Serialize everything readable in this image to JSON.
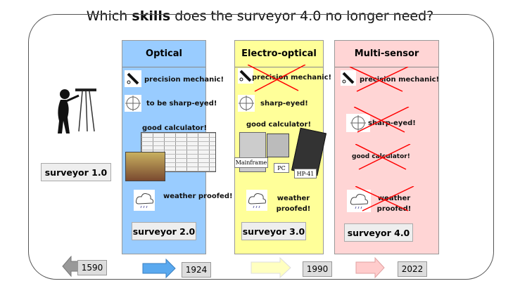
{
  "title": {
    "prefix": "Which ",
    "bold": "skills",
    "suffix": " does the surveyor 4.0 no longer need?"
  },
  "columns": [
    {
      "title": "Optical",
      "color": "#99ccff",
      "skills": [
        "precision mechanic!",
        "to be sharp-eyed!",
        "good calculator!",
        "weather proofed!"
      ],
      "label": "surveyor 2.0"
    },
    {
      "title": "Electro-optical",
      "color": "#ffff99",
      "skills": [
        "precision mechanic!",
        "sharp-eyed!",
        "good calculator!",
        "weather proofed!"
      ],
      "label": "surveyor 3.0",
      "devices": [
        "Mainframe",
        "PC",
        "HP-41"
      ]
    },
    {
      "title": "Multi-sensor",
      "color": "#ffd5d5",
      "skills": [
        "precision mechanic!",
        "sharp-eyed!",
        "good calculator!",
        "weather proofed!"
      ],
      "label": "surveyor 4.0"
    }
  ],
  "surveyor1": "surveyor 1.0",
  "timeline": [
    {
      "year": "1590",
      "color": "#999999",
      "direction": "left"
    },
    {
      "year": "1924",
      "color": "#5aa9ef",
      "direction": "right"
    },
    {
      "year": "1990",
      "color": "#ffffc0",
      "direction": "right"
    },
    {
      "year": "2022",
      "color": "#ffcccc",
      "direction": "right"
    }
  ]
}
